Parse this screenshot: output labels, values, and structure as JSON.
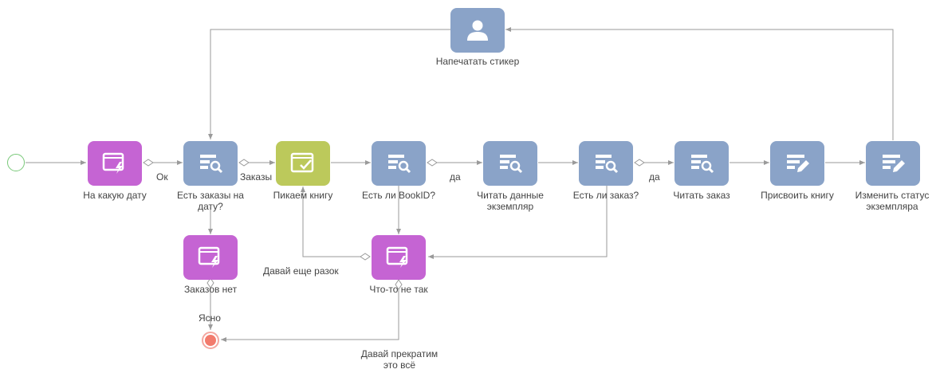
{
  "colors": {
    "script": "#c564d3",
    "read": "#8aa3c8",
    "user": "#bcc95b",
    "line": "#9a9a9a",
    "start_border": "#78c878",
    "end_fill": "#f27b6d"
  },
  "nodes": {
    "na_kakuyu_datu": {
      "label": "На какую дату",
      "icon": "script-lightning-icon"
    },
    "est_zakazy": {
      "label": "Есть заказы на\nдату?",
      "icon": "read-data-icon"
    },
    "pikaem": {
      "label": "Пикаем книгу",
      "icon": "user-task-check-icon"
    },
    "est_bookid": {
      "label": "Есть ли BookID?",
      "icon": "read-data-icon"
    },
    "chitat_ekz": {
      "label": "Читать данные\nэкземпляр",
      "icon": "read-data-icon"
    },
    "est_zakaz": {
      "label": "Есть ли заказ?",
      "icon": "read-data-icon"
    },
    "chitat_zakaz": {
      "label": "Читать заказ",
      "icon": "read-data-icon"
    },
    "prisvoit": {
      "label": "Присвоить книгу",
      "icon": "modify-data-icon"
    },
    "izmenit": {
      "label": "Изменить статус\nэкземпляра",
      "icon": "modify-data-icon"
    },
    "napechatat": {
      "label": "Напечатать стикер",
      "icon": "user-icon"
    },
    "zakazov_net": {
      "label": "Заказов нет",
      "icon": "script-lightning-icon"
    },
    "chto_to": {
      "label": "Что-то не так",
      "icon": "script-lightning-icon"
    }
  },
  "edges": {
    "ok": "Ок",
    "zakazy": "Заказы",
    "da1": "да",
    "da2": "да",
    "davay_esche": "Давай еще разок",
    "yasno": "Ясно",
    "davay_prekratim": "Давай прекратим\nэто всё"
  }
}
